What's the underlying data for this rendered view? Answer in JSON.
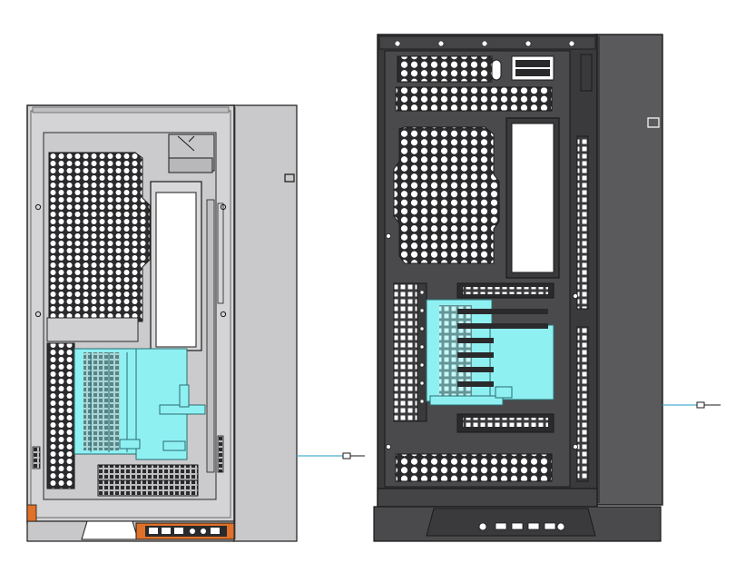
{
  "figure": {
    "views": [
      {
        "id": "white-case",
        "finish": "white",
        "bracket": "gpu-vertical-mount-bracket"
      },
      {
        "id": "black-case",
        "finish": "black",
        "bracket": "gpu-vertical-mount-bracket"
      }
    ],
    "colors": {
      "background": "#ffffff",
      "outline": "#1a1a1a",
      "white_case_panel": "#d4d4d6",
      "white_case_inner": "#c8c8ca",
      "white_case_side": "#c9c9cb",
      "black_case_panel": "#4a4a4c",
      "black_case_frame": "#3a3a3c",
      "black_case_side": "#5a5a5c",
      "mesh_hole": "#ffffff",
      "bracket_cyan": "#8ff0f2",
      "bracket_stroke": "#2a6c70",
      "accent_orange": "#e0712a",
      "cable": "#4aaed0"
    }
  }
}
